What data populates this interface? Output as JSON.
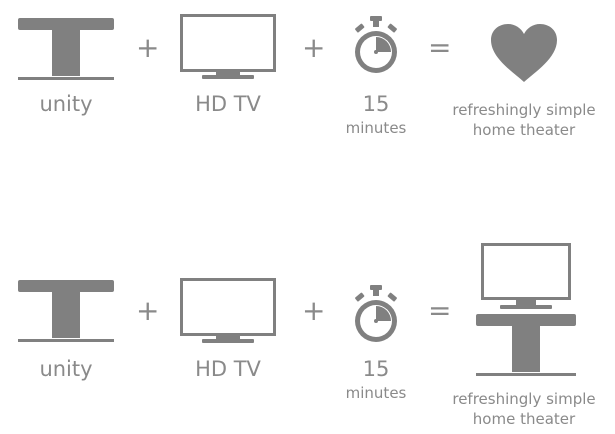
{
  "colors": {
    "icon": "#808080",
    "text": "#8a8a8a"
  },
  "rows": [
    {
      "items": [
        {
          "icon": "unity-stand-icon",
          "label": "unity"
        },
        {
          "operator": "+"
        },
        {
          "icon": "tv-icon",
          "label": "HD TV"
        },
        {
          "operator": "+"
        },
        {
          "icon": "stopwatch-icon",
          "number": "15",
          "unit": "minutes"
        },
        {
          "operator": "="
        },
        {
          "icon": "heart-icon",
          "line1": "refreshingly simple",
          "line2": "home theater"
        }
      ]
    },
    {
      "items": [
        {
          "icon": "unity-stand-icon",
          "label": "unity"
        },
        {
          "operator": "+"
        },
        {
          "icon": "tv-icon",
          "label": "HD TV"
        },
        {
          "operator": "+"
        },
        {
          "icon": "stopwatch-icon",
          "number": "15",
          "unit": "minutes"
        },
        {
          "operator": "="
        },
        {
          "icon": "tv-on-stand-icon",
          "line1": "refreshingly simple",
          "line2": "home theater"
        }
      ]
    }
  ]
}
